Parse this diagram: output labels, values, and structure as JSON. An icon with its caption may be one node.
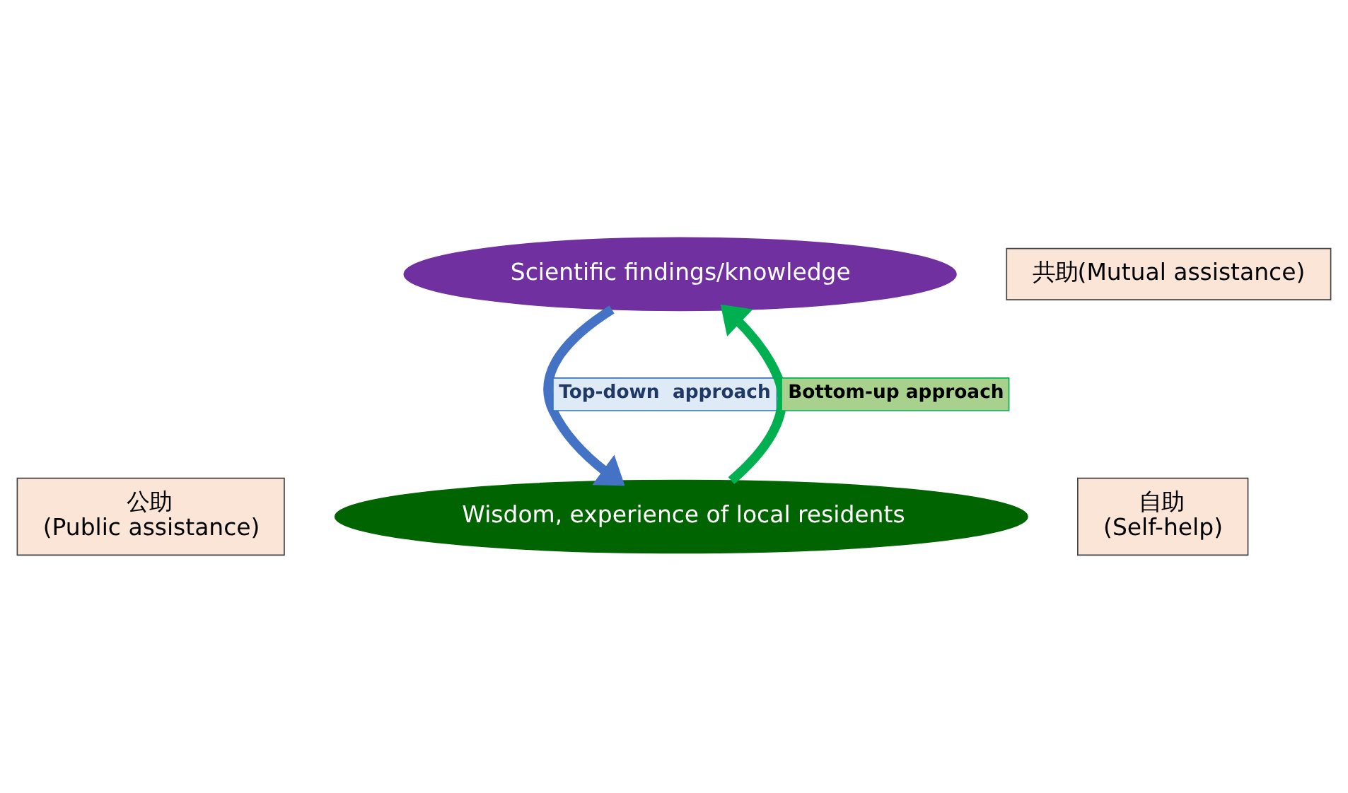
{
  "diagram": {
    "nodes": [
      {
        "text": [
          "Scientific findings/knowledge"
        ]
      },
      {
        "text": [
          "Wisdom, experience of local residents"
        ]
      },
      {
        "text": [
          "公助",
          "(Public assistance)"
        ]
      },
      {
        "text": [
          "共助(Mutual assistance)"
        ]
      },
      {
        "text": [
          "自助",
          "(Self-help)"
        ]
      }
    ],
    "edges": [
      {
        "from": 0,
        "to": 1,
        "arrow": "to",
        "label": "Top-down  approach",
        "color": "#4472c4"
      },
      {
        "from": 1,
        "to": 0,
        "arrow": "to",
        "label": "Bottom-up approach",
        "color": "#00b050"
      }
    ]
  }
}
